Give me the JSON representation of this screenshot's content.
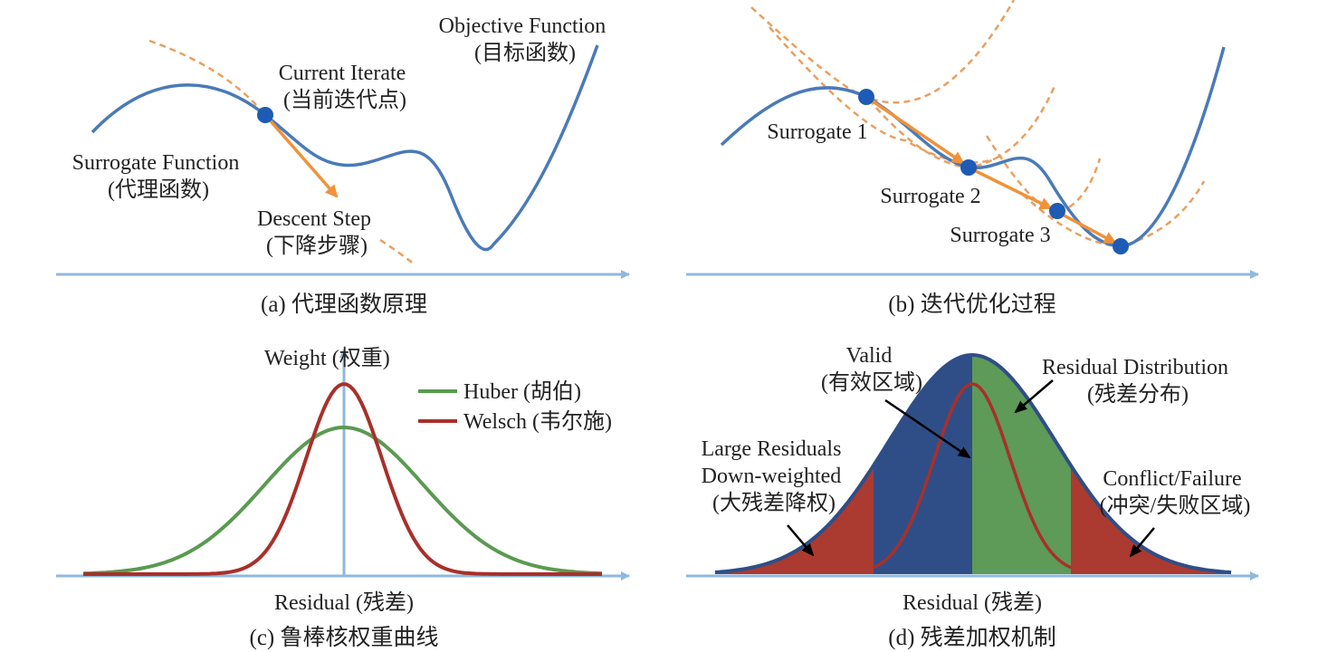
{
  "colors": {
    "objective": "#4a7ab8",
    "surrogate": "#e8a060",
    "step": "#f0923a",
    "point": "#1e5bb5",
    "axis": "#8fb8de",
    "huber": "#5a9a50",
    "welsch": "#a8302a",
    "dist_blue": "#2f4e87",
    "dist_green": "#5e9a58",
    "dist_red": "#ab3a30",
    "text": "#222222"
  },
  "panel_a": {
    "caption": "(a) 代理函数原理",
    "objective_label": [
      "Objective Function",
      "(目标函数)"
    ],
    "iterate_label": [
      "Current Iterate",
      "(当前迭代点)"
    ],
    "surrogate_label": [
      "Surrogate Function",
      "(代理函数)"
    ],
    "step_label": [
      "Descent Step",
      "(下降步骤)"
    ]
  },
  "panel_b": {
    "caption": "(b) 迭代优化过程",
    "surrogate_labels": [
      "Surrogate 1",
      "Surrogate 2",
      "Surrogate 3"
    ]
  },
  "panel_c": {
    "caption": "(c) 鲁棒核权重曲线",
    "ylabel": "Weight (权重)",
    "xlabel": "Residual (残差)",
    "legend": [
      {
        "name": "Huber (胡伯)",
        "color_key": "huber"
      },
      {
        "name": "Welsch (韦尔施)",
        "color_key": "welsch"
      }
    ]
  },
  "panel_d": {
    "caption": "(d) 残差加权机制",
    "xlabel": "Residual (残差)",
    "valid_label": [
      "Valid",
      "(有效区域)"
    ],
    "distribution_label": [
      "Residual Distribution",
      "(残差分布)"
    ],
    "large_label": [
      "Large Residuals",
      "Down-weighted",
      "(大残差降权)"
    ],
    "conflict_label": [
      "Conflict/Failure",
      "(冲突/失败区域)"
    ]
  }
}
